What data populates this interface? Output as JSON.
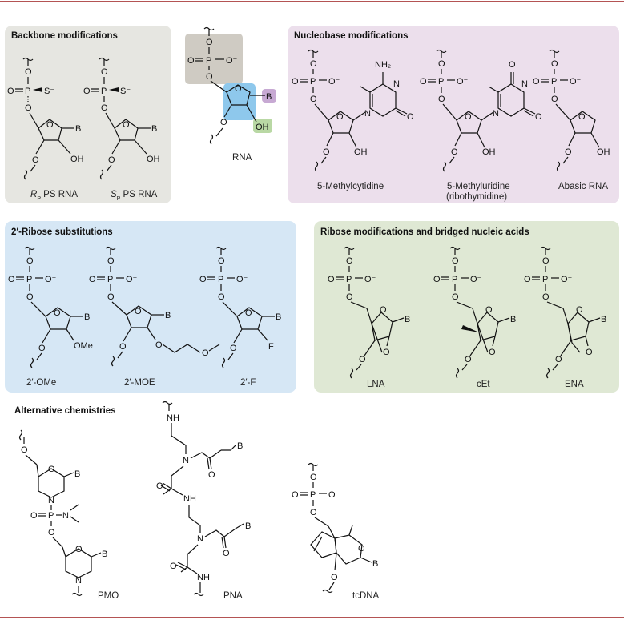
{
  "colors": {
    "backbone_panel": "#e6e6e1",
    "nucleobase_panel": "#ecdfec",
    "ribose_sub_panel": "#d6e7f5",
    "bridged_panel": "#dfe8d4",
    "rna_phosphate": "#cfcbc3",
    "rna_ribose": "#8ec8ec",
    "rna_base": "#c7a9d3",
    "rna_oh": "#b9d8a4",
    "rule": "#9b1b1b"
  },
  "titles": {
    "backbone": "Backbone modifications",
    "nucleobase": "Nucleobase modifications",
    "ribose_sub": "2′-Ribose substitutions",
    "bridged": "Ribose modifications and bridged nucleic acids",
    "alternative": "Alternative chemistries"
  },
  "captions": {
    "rp_r": "R",
    "rp_p": "P",
    "rp_rest": " PS RNA",
    "sp_s": "S",
    "sp_p": "P",
    "sp_rest": " PS RNA",
    "rna": "RNA",
    "methylcytidine": "5-Methylcytidine",
    "methyluridine_1": "5-Methyluridine",
    "methyluridine_2": "(ribothymidine)",
    "abasic": "Abasic RNA",
    "ome": "2′-OMe",
    "moe": "2′-MOE",
    "f": "2′-F",
    "lna": "LNA",
    "cet": "cEt",
    "ena": "ENA",
    "pmo": "PMO",
    "pna": "PNA",
    "tcdna": "tcDNA"
  },
  "atoms": {
    "o": "O",
    "p": "P",
    "b": "B",
    "n": "N",
    "oh": "OH",
    "o_minus": "O⁻",
    "s_minus": "S⁻",
    "nh2": "NH₂",
    "ome": "OMe",
    "f": "F",
    "nh": "NH"
  }
}
